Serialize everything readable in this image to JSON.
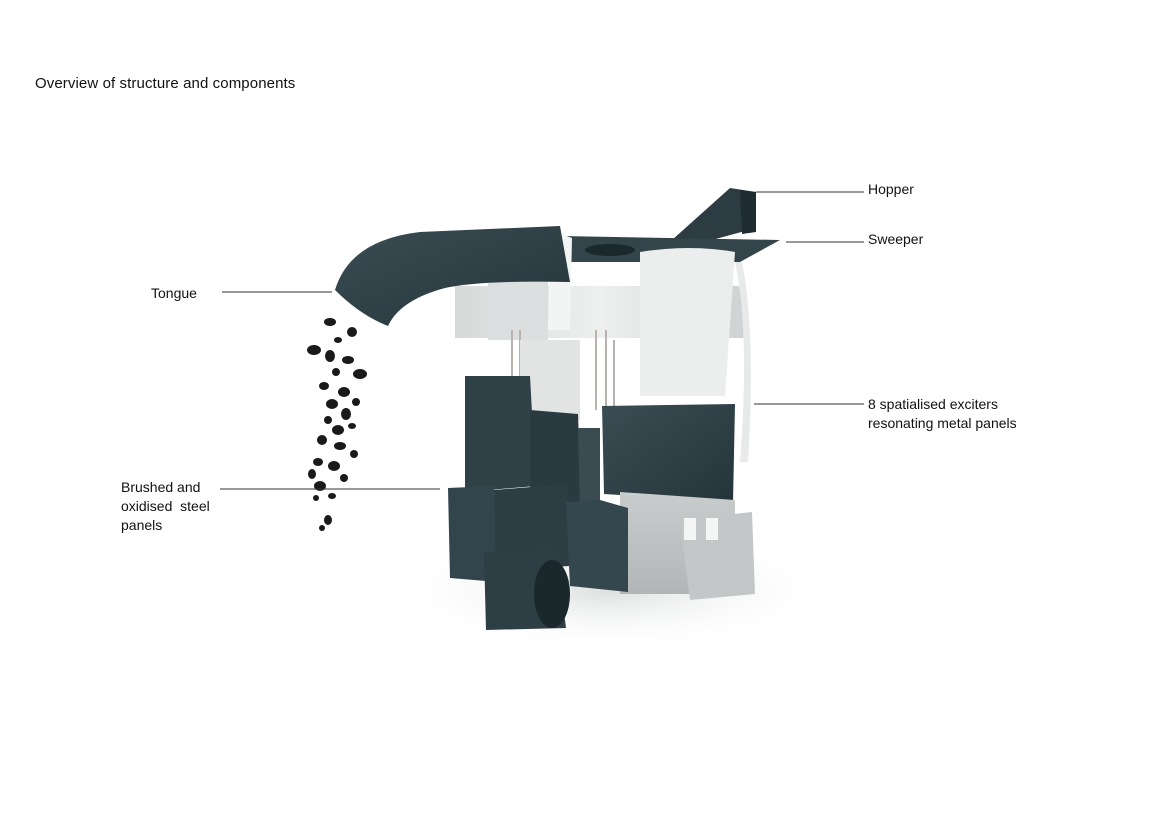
{
  "title": "Overview of structure and components",
  "labels": {
    "hopper": "Hopper",
    "sweeper": "Sweeper",
    "tongue": "Tongue",
    "exciters": {
      "line1": "8 spatialised exciters",
      "line2": "resonating metal panels"
    },
    "steel": {
      "line1": "Brushed and",
      "line2": "oxidised  steel",
      "line3": "panels"
    }
  },
  "colors": {
    "dark_steel": "#2e3e44",
    "light_panel": "#e4e6e6",
    "pebbles": "#1a1a1a",
    "leader": "#333333"
  }
}
